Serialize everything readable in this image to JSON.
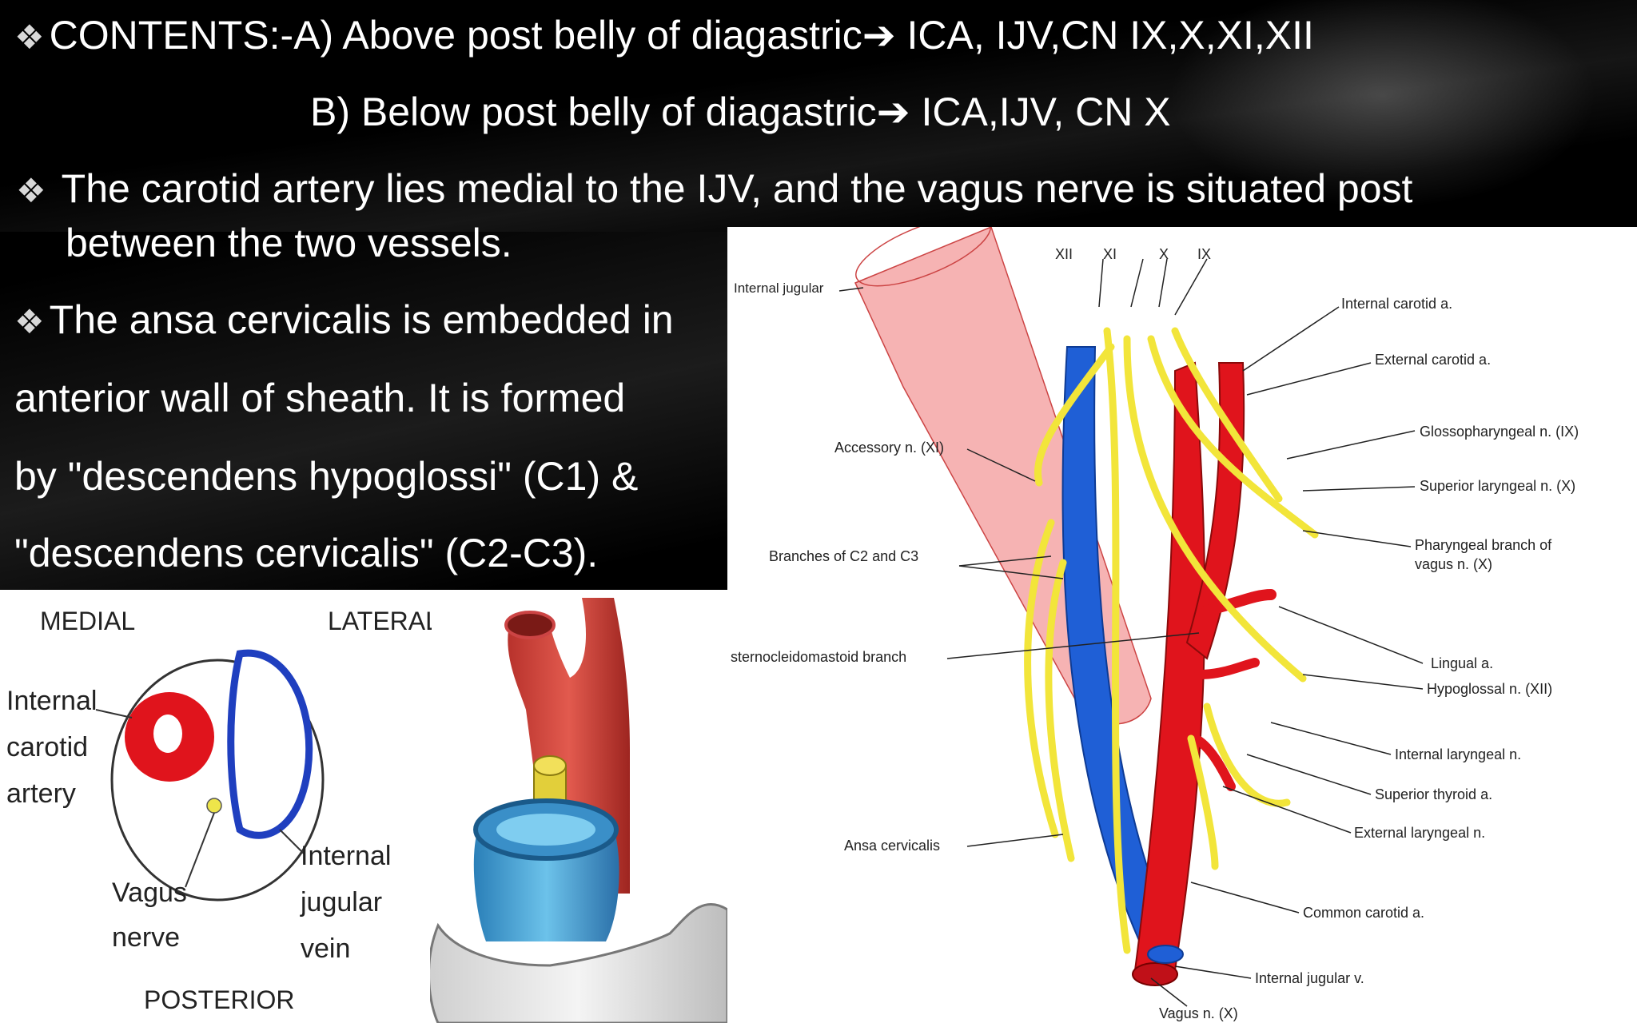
{
  "slide": {
    "line1_prefix": "CONTENTS:-A)  Above post belly of diagastric",
    "line1_suffix": " ICA, IJV,CN IX,X,XI,XII",
    "line2_prefix": "B) Below post belly of diagastric",
    "line2_suffix": " ICA,IJV, CN X",
    "arrow": "➔",
    "bullet_glyph": "❖",
    "bullet2_line1": "The carotid artery lies medial to the IJV, and the vagus nerve is situated post",
    "bullet2_line2": "between the two vessels.",
    "bullet3_line1": "The ansa cervicalis is embedded in",
    "bullet3_line2": "anterior wall of sheath. It is formed",
    "bullet3_line3": "by \"descendens hypoglossi\" (C1) &",
    "bullet3_line4": " \"descendens cervicalis\" (C2-C3)."
  },
  "cross_section": {
    "medial": "MEDIAL",
    "lateral": "LATERAL",
    "posterior": "POSTERIOR",
    "ica_l1": "Internal",
    "ica_l2": "carotid",
    "ica_l3": "artery",
    "vagus_l1": "Vagus",
    "vagus_l2": "nerve",
    "ijv_l1": "Internal",
    "ijv_l2": "jugular",
    "ijv_l3": "vein"
  },
  "anatomy": {
    "top_xii": "XII",
    "top_xi": "XI",
    "top_x": "X",
    "top_ix": "IX",
    "internal_jugular_top": "Internal jugular",
    "internal_carotid": "Internal carotid a.",
    "external_carotid": "External carotid a.",
    "glossopharyngeal": "Glossopharyngeal n. (IX)",
    "superior_laryngeal": "Superior laryngeal n. (X)",
    "pharyngeal_branch_l1": "Pharyngeal branch of",
    "pharyngeal_branch_l2": "vagus n. (X)",
    "lingual": "Lingual a.",
    "hypoglossal": "Hypoglossal n. (XII)",
    "internal_laryngeal": "Internal laryngeal n.",
    "superior_thyroid": "Superior thyroid a.",
    "external_laryngeal": "External laryngeal n.",
    "common_carotid": "Common carotid a.",
    "internal_jugular_v": "Internal jugular v.",
    "vagus_bottom": "Vagus n. (X)",
    "accessory": "Accessory n. (XI)",
    "branches_c2c3": "Branches of C2 and C3",
    "scm_branch": "sternocleidomastoid branch",
    "ansa_cervicalis": "Ansa cervicalis"
  },
  "colors": {
    "artery": "#e0141c",
    "vein": "#1f5fd6",
    "nerve": "#f2e53a",
    "sheath": "#f6b3b3"
  }
}
